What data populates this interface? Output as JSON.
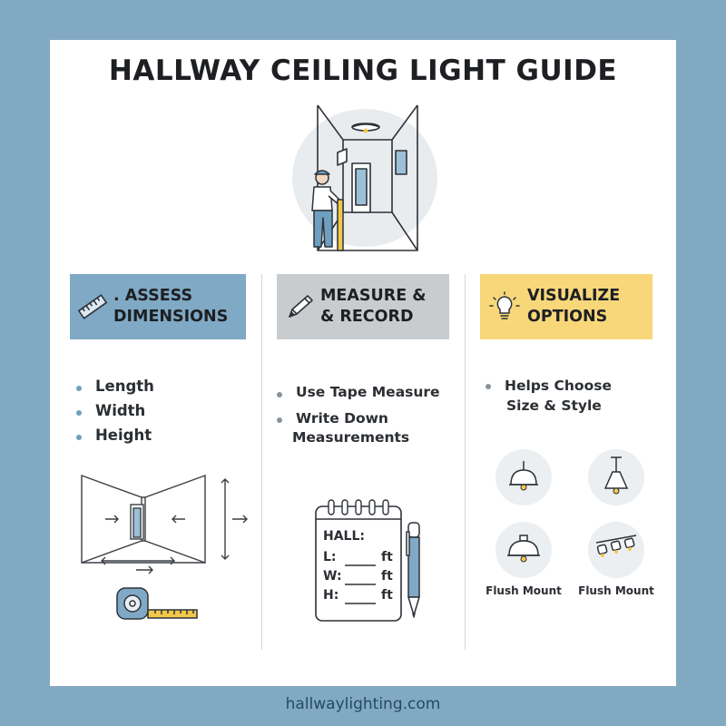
{
  "title": "HALLWAY CEILING LIGHT GUIDE",
  "colors": {
    "background": "#82a9c2",
    "assess": "#7fa9c4",
    "measure": "#c9cccf",
    "visualize": "#f7d77a",
    "tape": "#7fa9c4"
  },
  "sections": [
    {
      "header": ". ASSESS DIMENSIONS",
      "header_line1": ". ASSESS",
      "header_line2": "DIMENSIONS",
      "icon": "ruler-icon",
      "bullets": [
        "Length",
        "Width",
        "Height"
      ]
    },
    {
      "header": "MEASURE & & RECORD",
      "header_line1": "MEASURE &",
      "header_line2": "& RECORD",
      "icon": "pencil-icon",
      "bullets": [
        "Use Tape Measure",
        "Write Down Measurements"
      ],
      "bullet2_line1": "Write Down",
      "bullet2_line2": "Measurements",
      "notepad": {
        "heading": "HALL:",
        "rows": [
          {
            "label": "L:",
            "unit": "ft"
          },
          {
            "label": "W:",
            "unit": "ft"
          },
          {
            "label": "H:",
            "unit": "ft"
          }
        ]
      }
    },
    {
      "header": "VISUALIZE OPTIONS",
      "header_line1": "VISUALIZE",
      "header_line2": "OPTIONS",
      "icon": "lightbulb-icon",
      "bullets": [
        "Helps Choose Size & Style"
      ],
      "bullet1_line1": "Helps Choose",
      "bullet1_line2": "Size & Style",
      "fixtures": [
        {
          "icon": "dome-pendant-icon",
          "caption": ""
        },
        {
          "icon": "cone-pendant-icon",
          "caption": ""
        },
        {
          "icon": "flush-mount-icon",
          "caption": "Flush Mount"
        },
        {
          "icon": "track-light-icon",
          "caption": "Flush Mount"
        }
      ]
    }
  ],
  "footer": "hallwaylighting.com"
}
